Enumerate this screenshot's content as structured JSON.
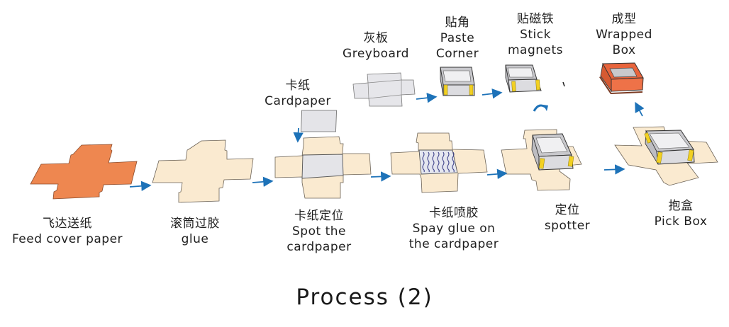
{
  "title": "Process (2)",
  "colors": {
    "cover_paper": "#ee8750",
    "glued_paper": "#faead0",
    "greyboard": "#e4e4e8",
    "arrow": "#1d72b8",
    "corner_tape": "#f2d022",
    "outline": "#555555",
    "wrapped_box": "#e8643c"
  },
  "steps": [
    {
      "id": "feed",
      "zh": "飞达送纸",
      "en": [
        "Feed cover paper"
      ]
    },
    {
      "id": "glue",
      "zh": "滚筒过胶",
      "en": [
        "glue"
      ]
    },
    {
      "id": "spot",
      "zh": "卡纸定位",
      "en": [
        "Spot the",
        "cardpaper"
      ]
    },
    {
      "id": "spray",
      "zh": "卡纸喷胶",
      "en": [
        "Spay glue on",
        "the cardpaper"
      ]
    },
    {
      "id": "spotter",
      "zh": "定位",
      "en": [
        "spotter"
      ]
    },
    {
      "id": "pick",
      "zh": "抱盒",
      "en": [
        "Pick Box"
      ]
    }
  ],
  "upper_steps": [
    {
      "id": "cardpaper",
      "zh": "卡纸",
      "en": [
        "Cardpaper"
      ]
    },
    {
      "id": "greyboard",
      "zh": "灰板",
      "en": [
        "Greyboard"
      ]
    },
    {
      "id": "paste",
      "zh": "贴角",
      "en": [
        "Paste",
        "Corner"
      ]
    },
    {
      "id": "magnets",
      "zh": "贴磁铁",
      "en": [
        "Stick",
        "magnets"
      ]
    },
    {
      "id": "wrapped",
      "zh": "成型",
      "en": [
        "Wrapped",
        "Box"
      ]
    }
  ]
}
